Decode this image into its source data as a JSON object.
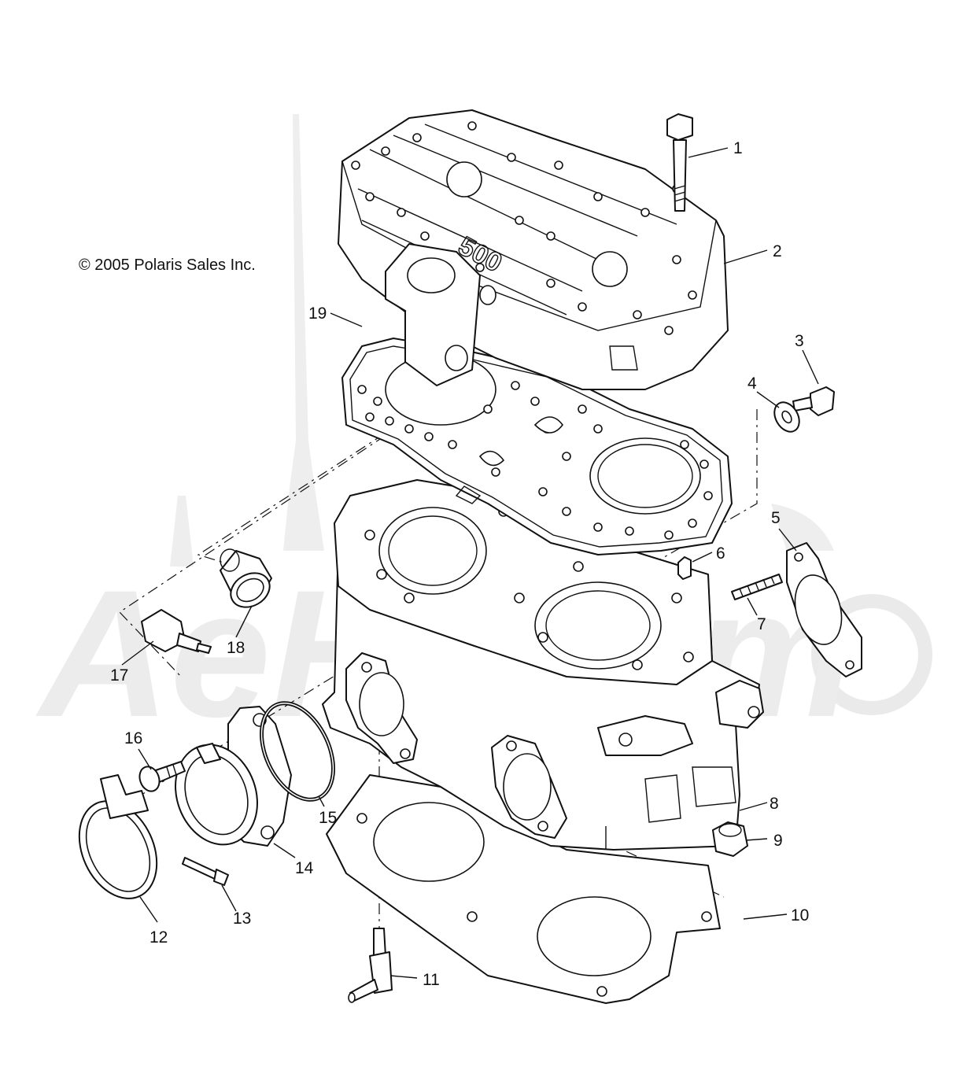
{
  "copyright": "© 2005 Polaris Sales Inc.",
  "head_cover_text": "500",
  "watermark_text": "AeHAmm",
  "callouts": [
    "1",
    "2",
    "3",
    "4",
    "5",
    "6",
    "7",
    "8",
    "9",
    "10",
    "11",
    "12",
    "13",
    "14",
    "15",
    "16",
    "17",
    "18",
    "19"
  ]
}
